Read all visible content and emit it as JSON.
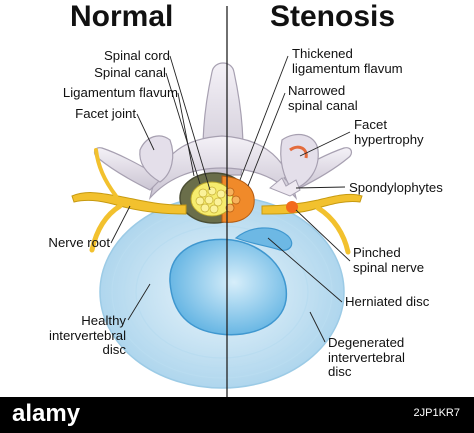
{
  "titles": {
    "left": "Normal",
    "right": "Stenosis"
  },
  "labels": {
    "spinal_cord": "Spinal cord",
    "spinal_canal": "Spinal canal",
    "ligamentum_flavum": "Ligamentum flavum",
    "facet_joint": "Facet joint",
    "nerve_root": "Nerve root",
    "healthy_disc": "Healthy\nintervertebral\ndisc",
    "thickened_lf": "Thickened\nligamentum flavum",
    "narrowed_canal": "Narrowed\nspinal canal",
    "facet_hypertrophy": "Facet\nhypertrophy",
    "spondylophytes": "Spondylophytes",
    "pinched_nerve": "Pinched\nspinal nerve",
    "herniated_disc": "Herniated disc",
    "degenerated_disc": "Degenerated\nintervertebral\ndisc"
  },
  "footer": {
    "brand": "alamy",
    "image_code": "2JP1KR7"
  },
  "colors": {
    "bone": "#ece8f0",
    "bone_shadow": "#c9c3d1",
    "nerve": "#f2c12e",
    "disc_ring": "#cfe6f3",
    "nucleus": "#7ec2e8",
    "cord": "#f4e24a",
    "stenosis_tissue": "#f08a2a"
  }
}
